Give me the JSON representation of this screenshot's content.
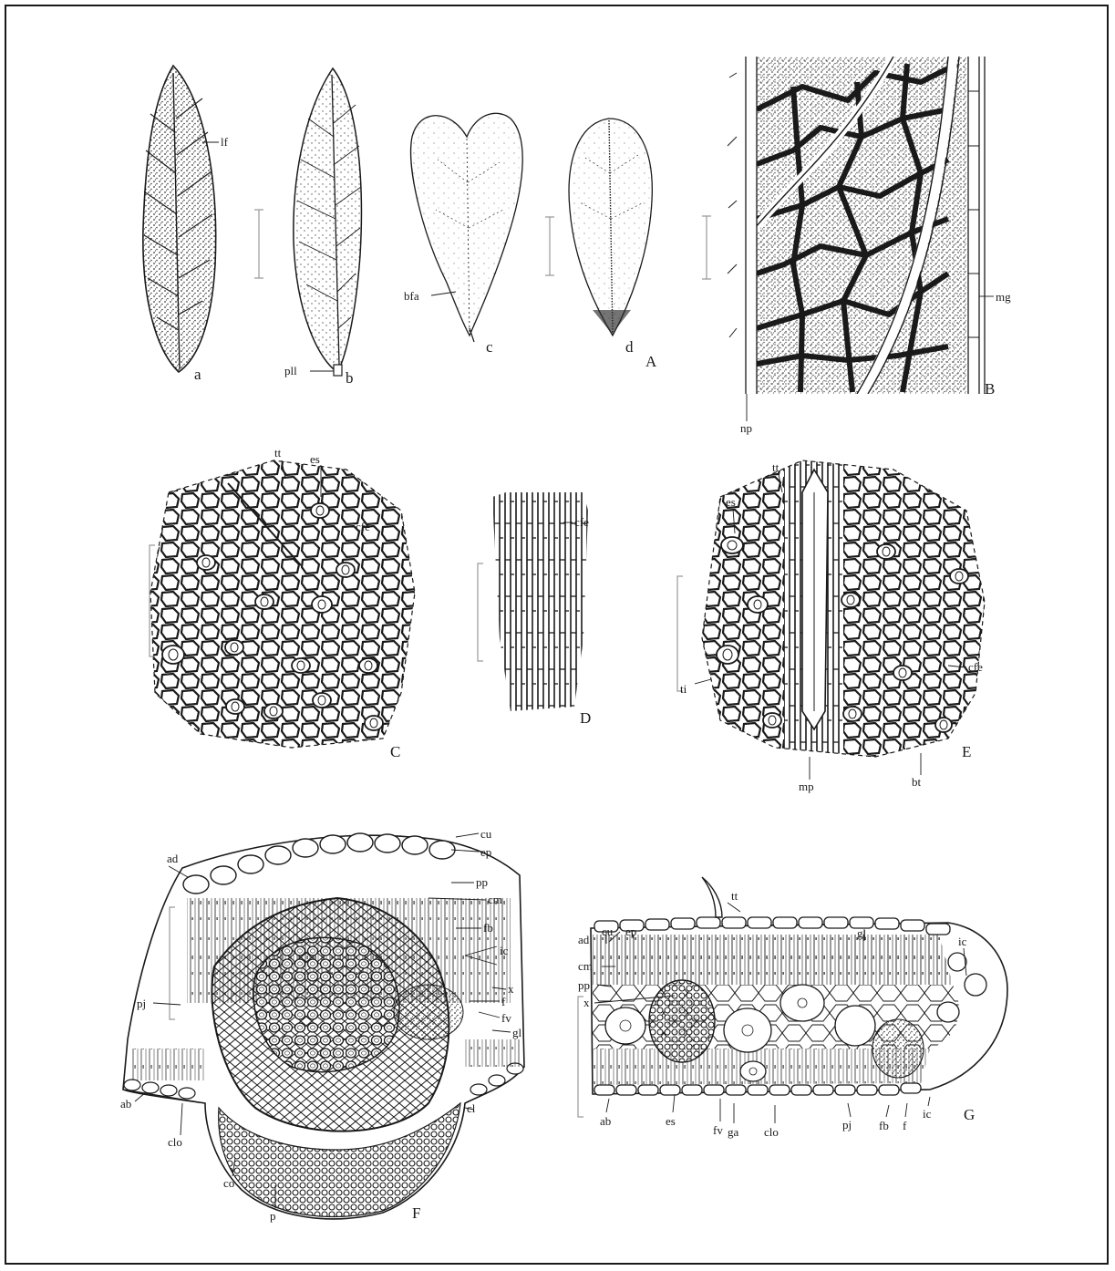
{
  "colors": {
    "ink": "#1a1a1a",
    "paper": "#ffffff",
    "scale": "#9a9a9a",
    "stipple": "#555555"
  },
  "panels": {
    "A": {
      "label": "A",
      "sub": [
        "a",
        "b",
        "c",
        "d"
      ]
    },
    "B": {
      "label": "B"
    },
    "C": {
      "label": "C"
    },
    "D": {
      "label": "D"
    },
    "E": {
      "label": "E"
    },
    "F": {
      "label": "F"
    },
    "G": {
      "label": "G"
    }
  },
  "annotations": {
    "A": [
      "lf",
      "pll",
      "bfa"
    ],
    "B": [
      "mg",
      "np"
    ],
    "C": [
      "tt",
      "es",
      "cfe"
    ],
    "D": [
      "cfe"
    ],
    "E": [
      "es",
      "tt",
      "cfe",
      "ti",
      "mp",
      "bt"
    ],
    "F": [
      "cu",
      "ep",
      "ad",
      "pp",
      "cm",
      "fb",
      "ic",
      "x",
      "f",
      "fv",
      "gl",
      "pj",
      "ab",
      "clo",
      "cl",
      "co",
      "p"
    ],
    "G": [
      "tt",
      "ad",
      "cu",
      "ep",
      "gl",
      "ic",
      "cm",
      "pp",
      "x",
      "ab",
      "es",
      "fv",
      "ga",
      "clo",
      "pj",
      "fb",
      "f",
      "ic"
    ]
  }
}
